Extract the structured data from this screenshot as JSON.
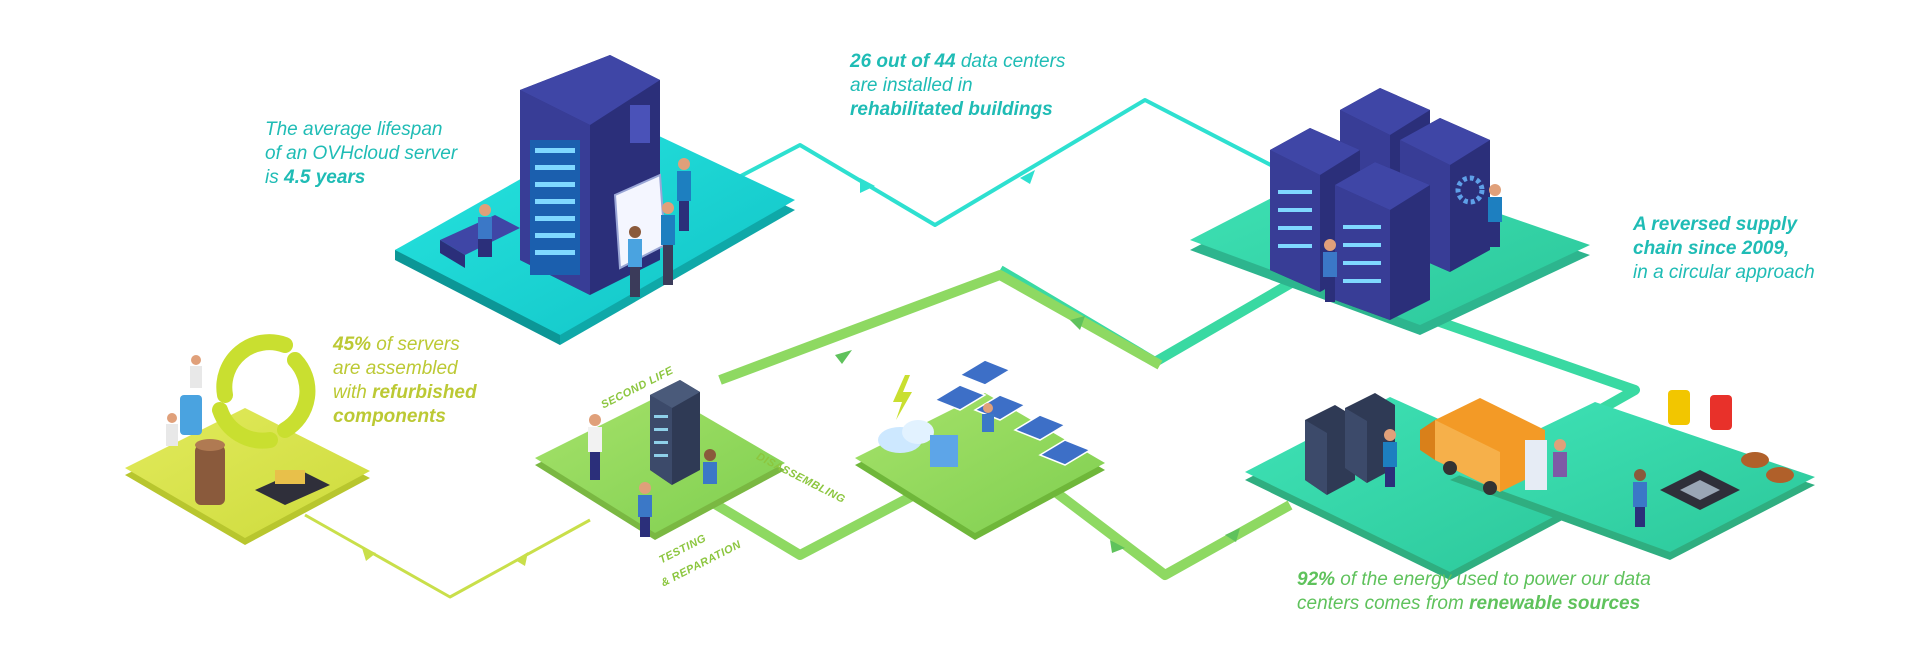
{
  "texts": {
    "lifespan": {
      "line1": "The average lifespan",
      "line2": "of an OVHcloud server",
      "line3_pre": "is ",
      "line3_bold": "4.5 years"
    },
    "datacenters": {
      "bold1": "26 out of 44",
      "rest1": " data centers",
      "line2": "are installed in",
      "line3_bold": "rehabilitated buildings"
    },
    "supply": {
      "line1_bold": "A reversed supply",
      "line2_bold": "chain since 2009,",
      "line3": "in a circular approach"
    },
    "refurbished": {
      "bold1": "45%",
      "rest1": " of servers",
      "line2": "are assembled",
      "line3_pre": "with ",
      "line3_bold": "refurbished",
      "line4_bold": "components"
    },
    "energy": {
      "bold1": "92%",
      "rest1": " of the energy used to power our data",
      "line2_pre": "centers comes from ",
      "line2_bold": "renewable sources"
    }
  },
  "labels": {
    "second_life": "SECOND LIFE",
    "disassembling": "DISASSEMBLING",
    "testing1": "TESTING",
    "testing2": "& REPARATION"
  },
  "colors": {
    "teal_text": "#1fbcb5",
    "olive_text": "#bcc934",
    "green_text": "#5fc25c",
    "teal_path": "#2ee0d0",
    "green_path": "#7ed957",
    "lime_path": "#c9df4a",
    "server_navy": "#2b2f7a"
  },
  "icons": [
    "recycle-icon",
    "gear-icon",
    "lightning-icon",
    "cloud-icon",
    "solar-panel-icon",
    "truck-icon",
    "chip-icon",
    "capacitor-icon",
    "server-rack-icon"
  ]
}
